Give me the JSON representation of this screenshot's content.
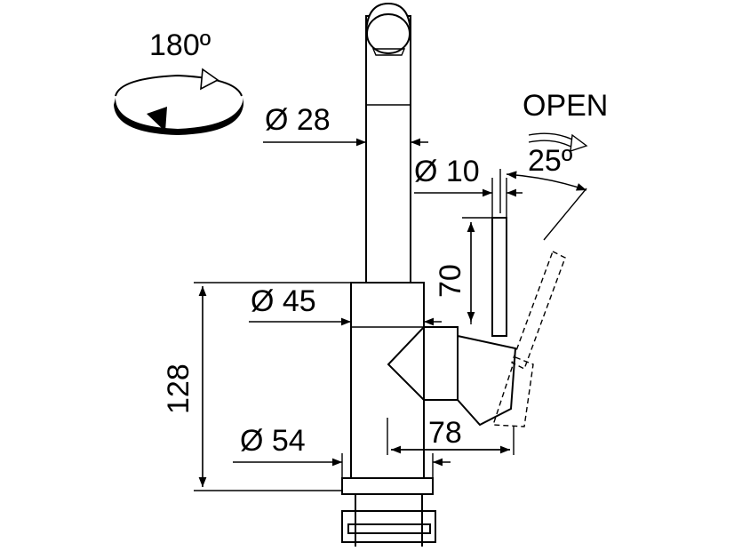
{
  "labels": {
    "rotation": "180º",
    "spout_diameter": "Ø 28",
    "lever_diameter": "Ø 10",
    "body_diameter": "Ø 45",
    "base_diameter": "Ø 54",
    "lever_height": "70",
    "body_height": "128",
    "reach": "78",
    "open": "OPEN",
    "open_angle": "25º"
  }
}
